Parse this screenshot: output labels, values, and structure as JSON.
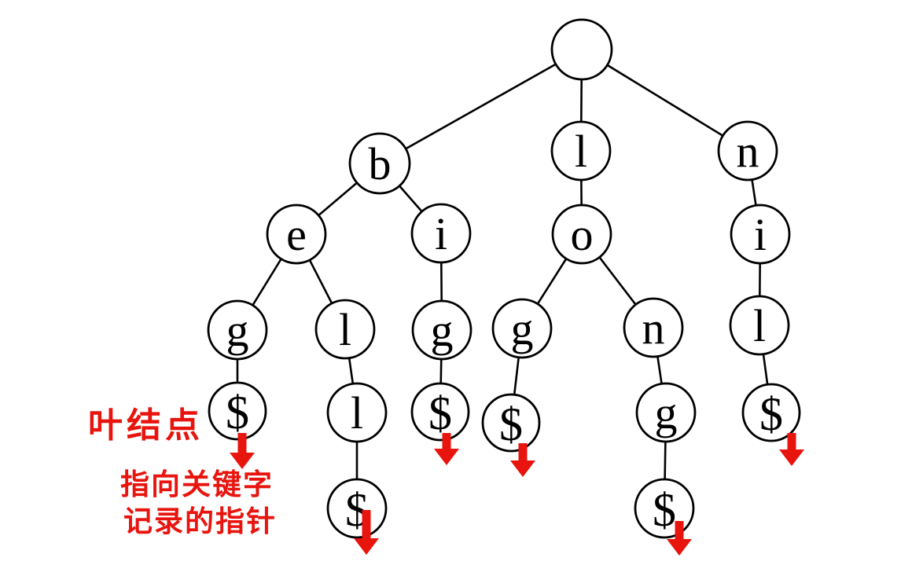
{
  "tree": {
    "nodes": [
      {
        "label": "",
        "name": "root",
        "parent": null
      },
      {
        "label": "b",
        "name": "b",
        "parent": 0
      },
      {
        "label": "l",
        "name": "l",
        "parent": 0
      },
      {
        "label": "n",
        "name": "n",
        "parent": 0
      },
      {
        "label": "e",
        "name": "b-e",
        "parent": 1
      },
      {
        "label": "i",
        "name": "b-i",
        "parent": 1
      },
      {
        "label": "o",
        "name": "l-o",
        "parent": 2
      },
      {
        "label": "i",
        "name": "n-i",
        "parent": 3
      },
      {
        "label": "g",
        "name": "be-g",
        "parent": 4
      },
      {
        "label": "l",
        "name": "be-l",
        "parent": 4
      },
      {
        "label": "g",
        "name": "bi-g",
        "parent": 5
      },
      {
        "label": "g",
        "name": "lo-g",
        "parent": 6
      },
      {
        "label": "n",
        "name": "lo-n",
        "parent": 6
      },
      {
        "label": "l",
        "name": "ni-l",
        "parent": 7
      },
      {
        "label": "$",
        "name": "beg-end",
        "parent": 8
      },
      {
        "label": "l",
        "name": "bel-l",
        "parent": 9
      },
      {
        "label": "$",
        "name": "big-end",
        "parent": 10
      },
      {
        "label": "$",
        "name": "log-end",
        "parent": 11
      },
      {
        "label": "g",
        "name": "lon-g",
        "parent": 12
      },
      {
        "label": "$",
        "name": "nil-end",
        "parent": 13
      },
      {
        "label": "$",
        "name": "bell-end",
        "parent": 15
      },
      {
        "label": "$",
        "name": "long-end",
        "parent": 18
      }
    ]
  },
  "annotations": {
    "leaf_label": "叶结点",
    "pointer_caption_line1": "指向关键字",
    "pointer_caption_line2": "记录的指针"
  },
  "icons": {
    "leaf_pointer_arrow": "down-arrow-icon"
  },
  "colors": {
    "annotation_red": "#e8140e",
    "line_black": "#000000",
    "background": "#ffffff"
  }
}
